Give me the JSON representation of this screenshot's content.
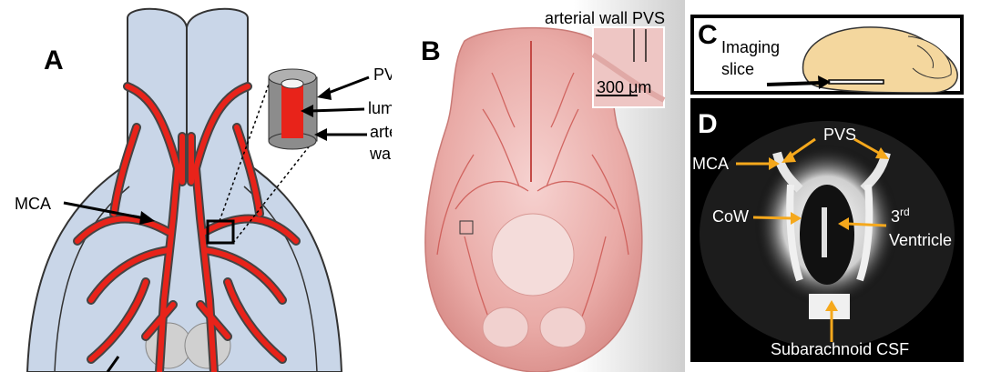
{
  "panel_a": {
    "letter": "A",
    "mca": "MCA",
    "pvs": "PVS",
    "lumen": "lumen",
    "arterial_wall_line1": "arterial",
    "arterial_wall_line2": "wall"
  },
  "panel_b": {
    "letter": "B",
    "inset_label": "arterial wall PVS",
    "scale": "300 μm"
  },
  "panel_c": {
    "letter": "C",
    "imaging_line1": "Imaging",
    "imaging_line2": "slice"
  },
  "panel_d": {
    "letter": "D",
    "pvs": "PVS",
    "mca": "MCA",
    "cow": "CoW",
    "third_prefix": "3",
    "third_sup": "rd",
    "ventricle": "Ventricle",
    "csf": "Subarachnoid CSF"
  },
  "colors": {
    "artery": "#e8231a",
    "brain_fill": "#c9d6e8",
    "arrow_yellow": "#f5a81c",
    "mri_bg": "#000000"
  }
}
